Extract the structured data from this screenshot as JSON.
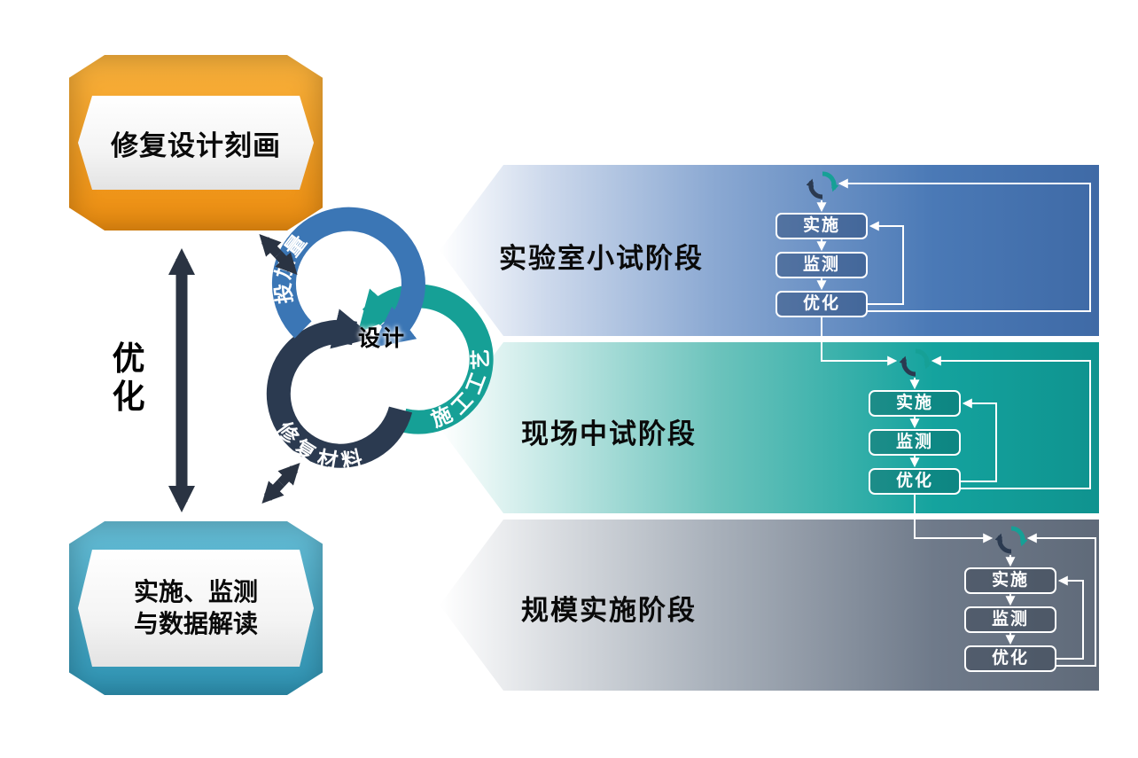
{
  "palette": {
    "orange": "#F09A1C",
    "banner_teal": "#4BA8C4",
    "arrow_dark": "#2A3342",
    "arc_blue": "#3B76B5",
    "arc_teal": "#16A096",
    "arc_navy": "#2B3A50",
    "band_blue": "#4A79B6",
    "band_teal": "#14A39E",
    "band_gray": "#6F7A8A"
  },
  "left_column": {
    "top_banner": "修复设计刻画",
    "bottom_banner": "实施、监测\n与数据解读",
    "optimize_label": "优化"
  },
  "cycle": {
    "center": "设计",
    "dosage": "投加量",
    "process": "施工工艺",
    "material": "修复材料"
  },
  "stages": [
    {
      "label": "实验室小试阶段",
      "steps": [
        "实施",
        "监测",
        "优化"
      ]
    },
    {
      "label": "现场中试阶段",
      "steps": [
        "实施",
        "监测",
        "优化"
      ]
    },
    {
      "label": "规模实施阶段",
      "steps": [
        "实施",
        "监测",
        "优化"
      ]
    }
  ]
}
